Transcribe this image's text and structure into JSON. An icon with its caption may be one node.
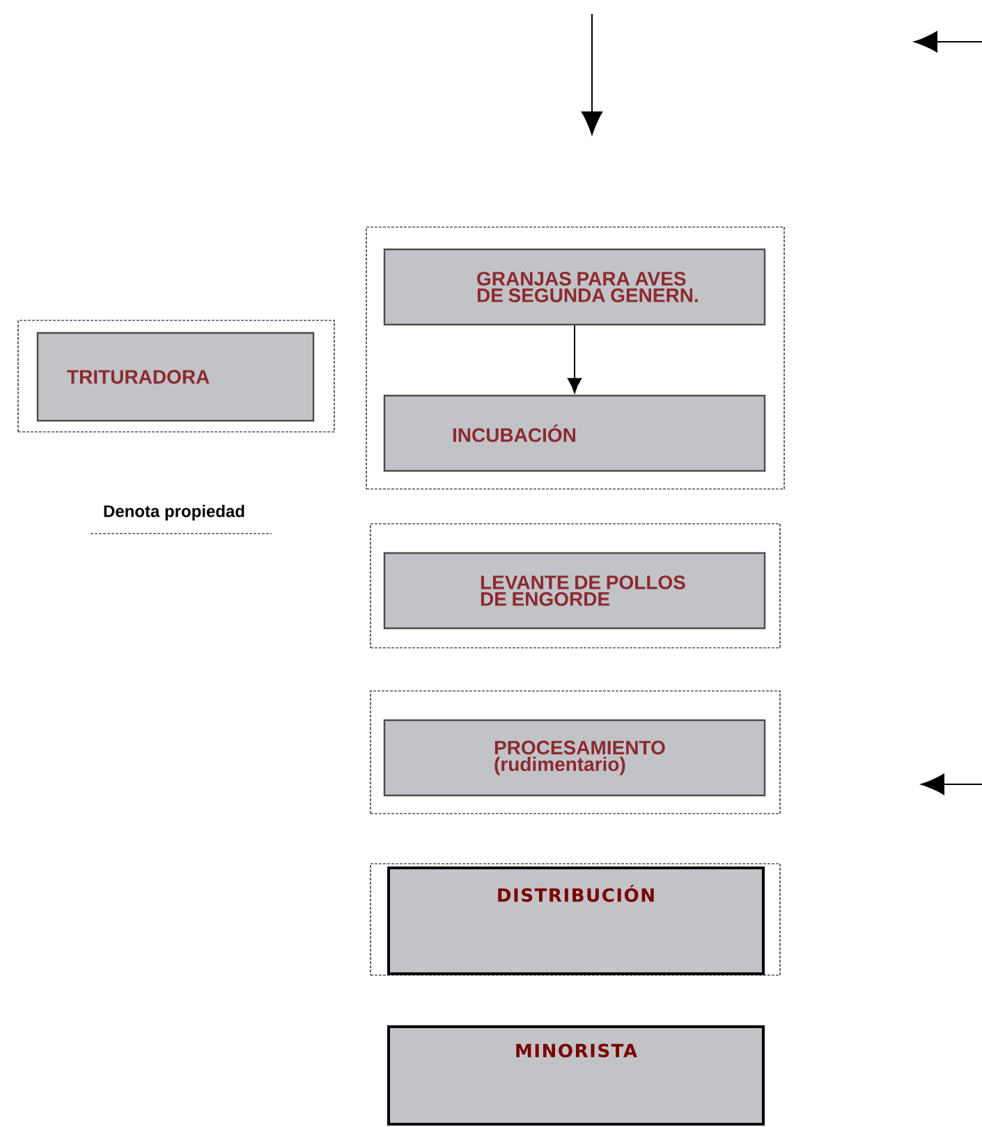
{
  "diagram": {
    "nodes": [
      {
        "text": [],
        "shape": "box"
      },
      {
        "text": [
          "GRANJAS PARA AVES DE SEGUNDA GENERN."
        ],
        "in": 0
      },
      {
        "text": [
          "INCUBACIÓN"
        ],
        "in": 0
      },
      {
        "text": [],
        "shape": "box"
      },
      {
        "text": [
          "TRITURADORA"
        ],
        "in": 3
      },
      {
        "text": [],
        "shape": "box"
      },
      {
        "text": [
          "LEVANTE DE POLLOS DE ENGORDE"
        ],
        "in": 5
      },
      {
        "text": [],
        "shape": "box"
      },
      {
        "text": [
          "PROCESAMIENTO (rudimentario)"
        ],
        "in": 7
      },
      {
        "text": [],
        "shape": "box"
      },
      {
        "text": [
          "DISTRIBUCIÓN"
        ],
        "in": 9
      },
      {
        "text": [
          "MINORISTA"
        ]
      }
    ],
    "edges": [
      {
        "from": 1,
        "to": 2,
        "arrow": "to"
      }
    ],
    "legend": [
      {
        "text": "Denota propiedad"
      }
    ]
  }
}
